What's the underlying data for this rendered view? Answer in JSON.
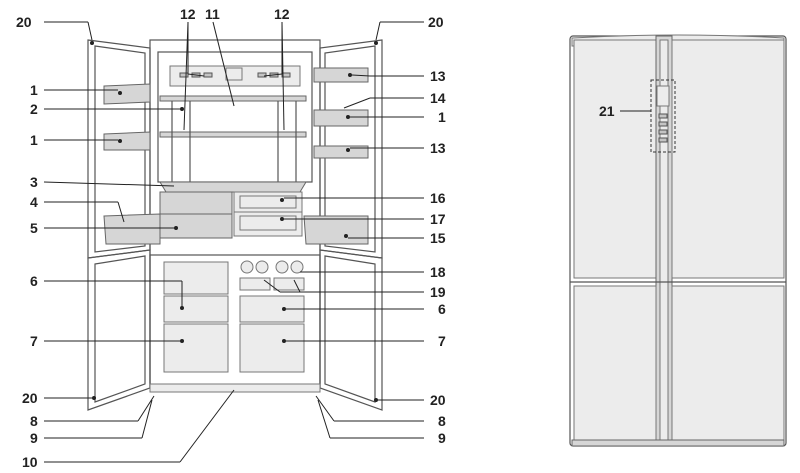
{
  "diagram": {
    "labels": {
      "l1": "1",
      "l2": "2",
      "l3": "3",
      "l4": "4",
      "l5": "5",
      "l6": "6",
      "l7": "7",
      "l8": "8",
      "l9": "9",
      "l10": "10",
      "l11": "11",
      "l12": "12",
      "l13": "13",
      "l14": "14",
      "l15": "15",
      "l16": "16",
      "l17": "17",
      "l18": "18",
      "l19": "19",
      "l20": "20",
      "l21": "21"
    },
    "colors": {
      "line": "#222222",
      "panel": "#d6d6d6",
      "panel_light": "#ececec",
      "outline": "#555555"
    }
  }
}
